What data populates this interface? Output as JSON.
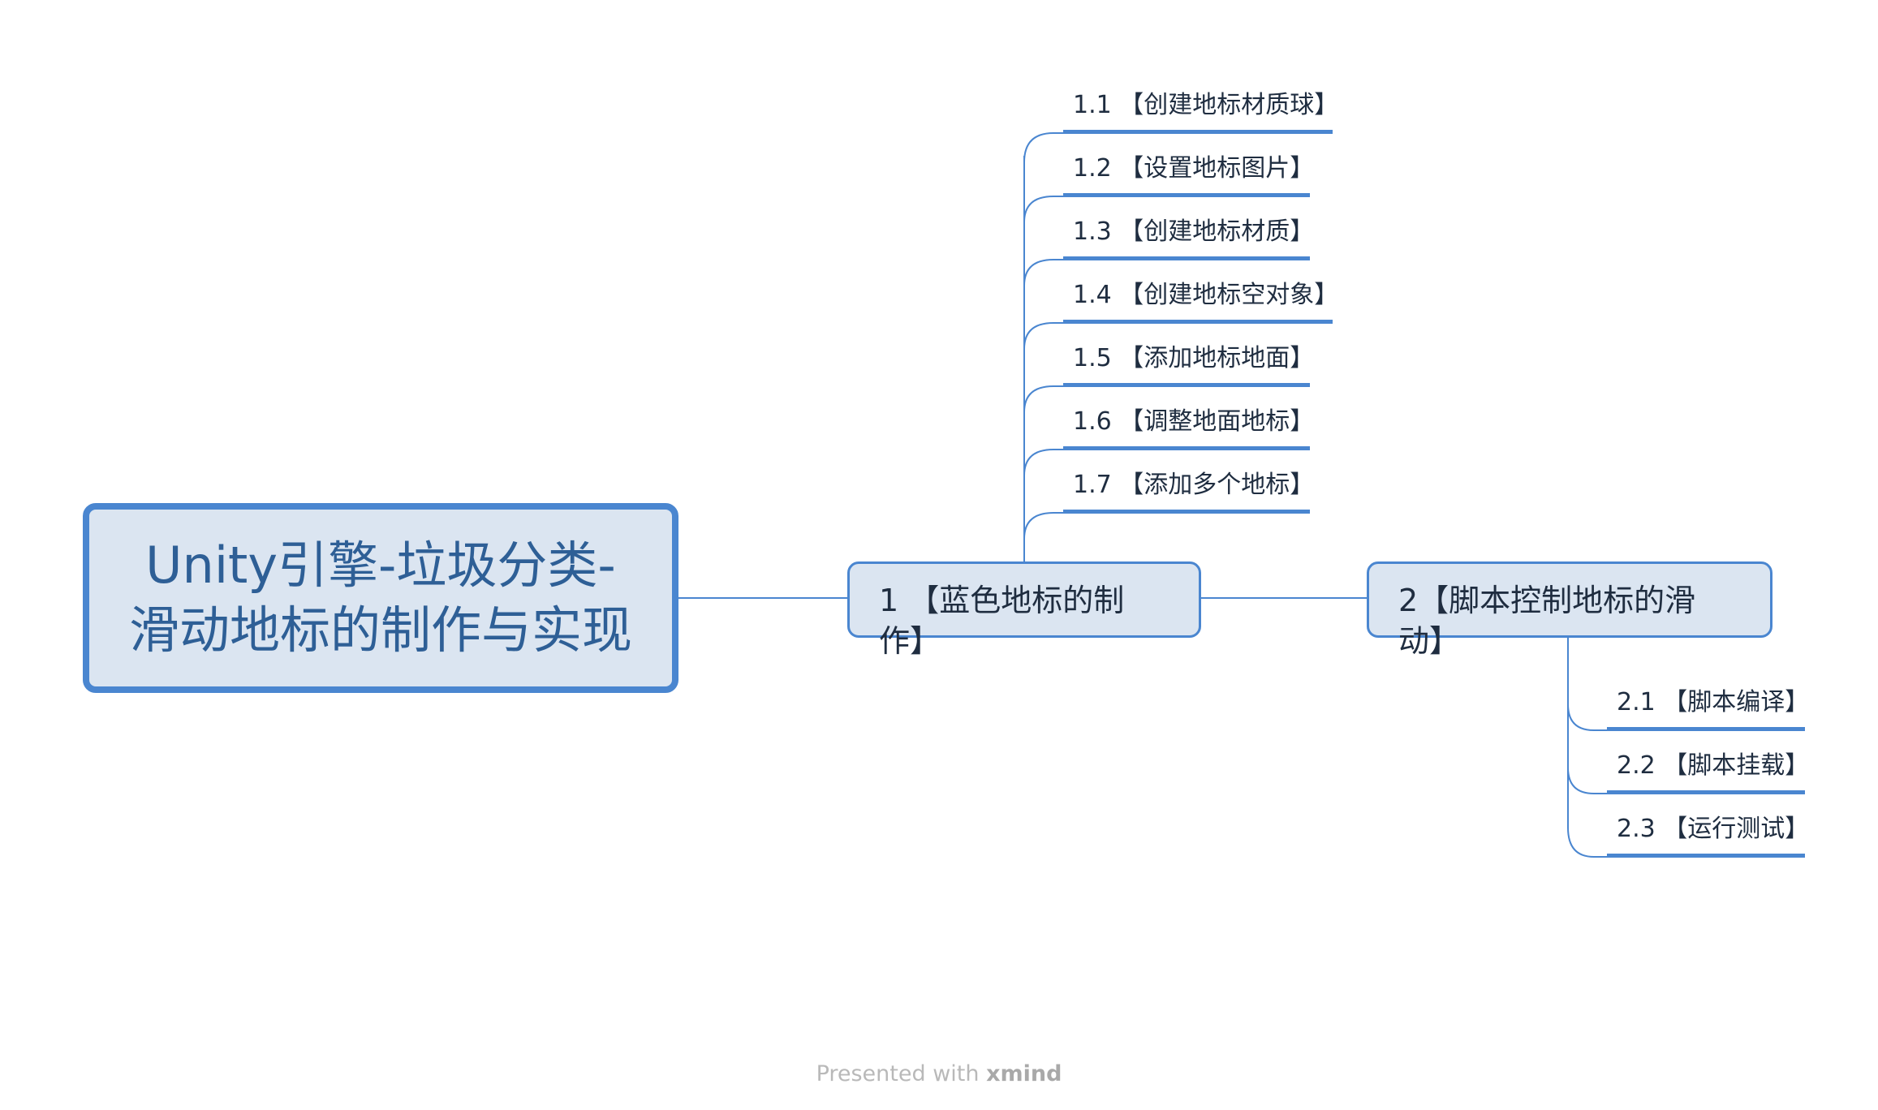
{
  "central_topic": {
    "line1": "Unity引擎-垃圾分类-",
    "line2": "滑动地标的制作与实现"
  },
  "branch1": {
    "label": "1 【蓝色地标的制作】",
    "subtopics": [
      "1.1 【创建地标材质球】",
      "1.2 【设置地标图片】",
      "1.3 【创建地标材质】",
      "1.4 【创建地标空对象】",
      "1.5 【添加地标地面】",
      "1.6 【调整地面地标】",
      "1.7 【添加多个地标】"
    ]
  },
  "branch2": {
    "label": "2【脚本控制地标的滑动】",
    "subtopics": [
      "2.1 【脚本编译】",
      "2.2 【脚本挂载】",
      "2.3 【运行测试】"
    ]
  },
  "footer": {
    "prefix": "Presented with ",
    "brand": "xmind"
  },
  "colors": {
    "accent": "#4a86d0",
    "topic_fill": "#dbe5f1",
    "central_text": "#2e5f96",
    "text": "#1f2d40"
  }
}
